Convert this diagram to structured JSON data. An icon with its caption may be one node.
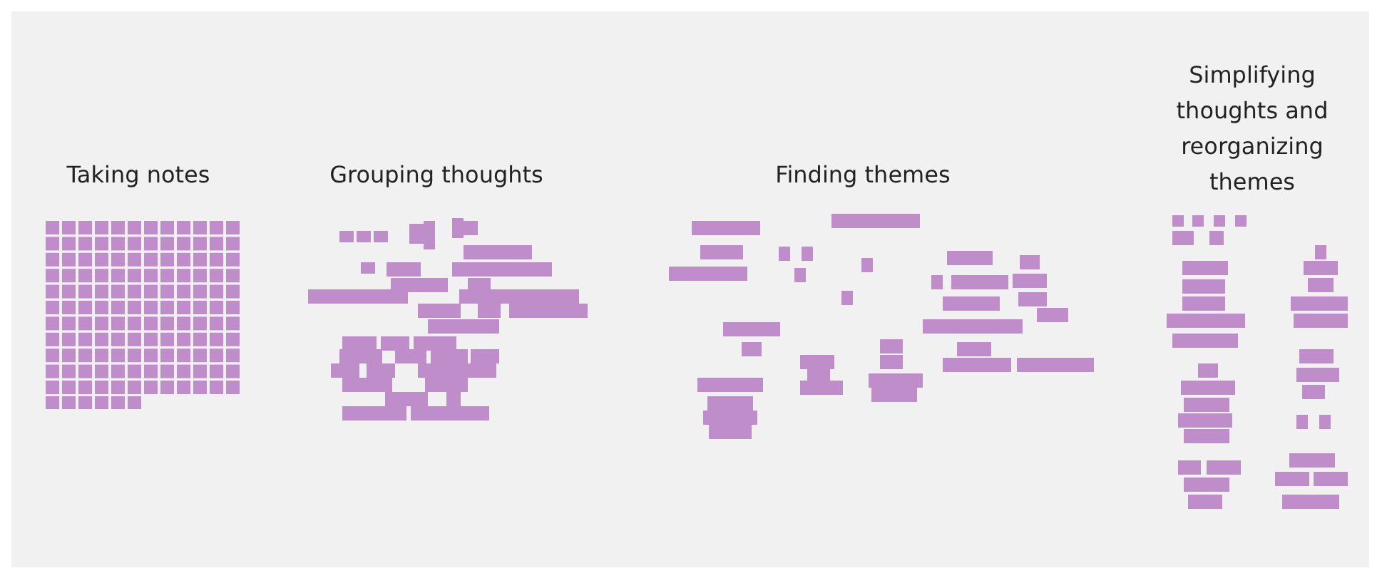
{
  "diagram": {
    "labels": [
      "Taking notes",
      "Grouping thoughts",
      "Finding themes",
      "Simplifying thoughts and reorganizing themes"
    ]
  }
}
